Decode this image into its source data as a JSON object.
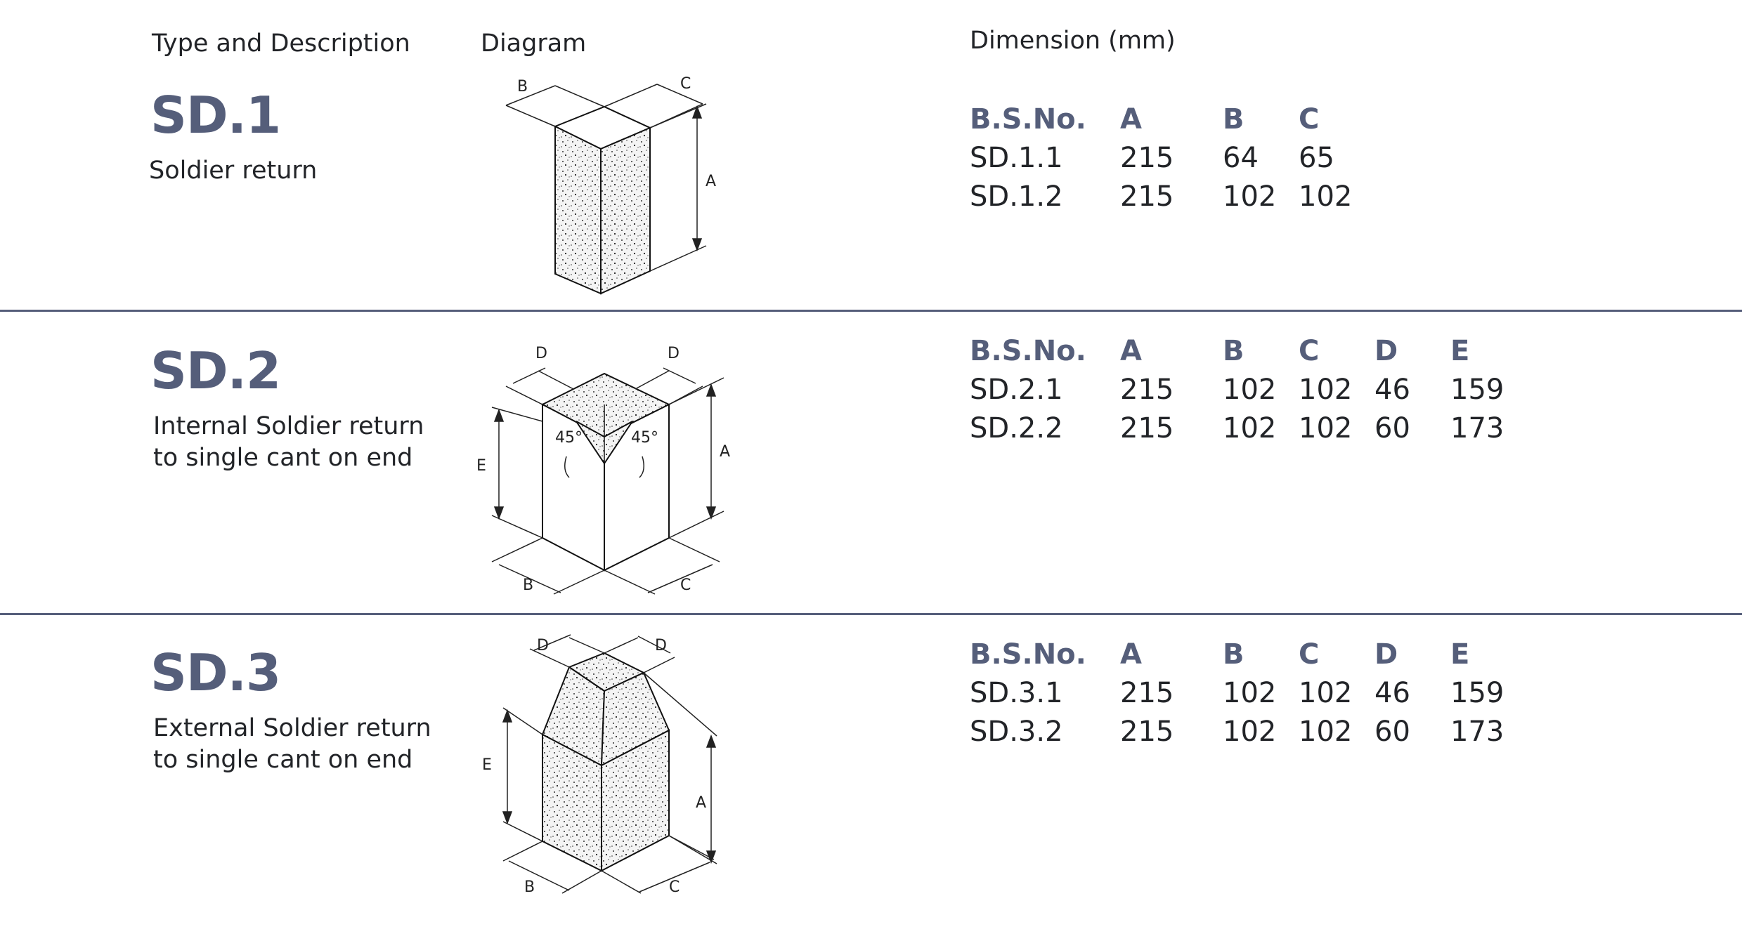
{
  "headers": {
    "type": "Type and Description",
    "diagram": "Diagram",
    "dimension": "Dimension (mm)"
  },
  "sections": [
    {
      "code": "SD.1",
      "desc": [
        "Soldier return",
        ""
      ],
      "columns": [
        "B.S.No.",
        "A",
        "B",
        "C"
      ],
      "rows": [
        [
          "SD.1.1",
          "215",
          "64",
          "65"
        ],
        [
          "SD.1.2",
          "215",
          "102",
          "102"
        ]
      ]
    },
    {
      "code": "SD.2",
      "desc": [
        "Internal Soldier return",
        "to single cant on end"
      ],
      "columns": [
        "B.S.No.",
        "A",
        "B",
        "C",
        "D",
        "E"
      ],
      "rows": [
        [
          "SD.2.1",
          "215",
          "102",
          "102",
          "46",
          "159"
        ],
        [
          "SD.2.2",
          "215",
          "102",
          "102",
          "60",
          "173"
        ]
      ]
    },
    {
      "code": "SD.3",
      "desc": [
        "External Soldier return",
        "to single cant on end"
      ],
      "columns": [
        "B.S.No.",
        "A",
        "B",
        "C",
        "D",
        "E"
      ],
      "rows": [
        [
          "SD.3.1",
          "215",
          "102",
          "102",
          "46",
          "159"
        ],
        [
          "SD.3.2",
          "215",
          "102",
          "102",
          "60",
          "173"
        ]
      ]
    }
  ],
  "diagram_labels": {
    "a": "A",
    "b": "B",
    "c": "C",
    "d": "D",
    "e": "E",
    "angle": "45°"
  }
}
